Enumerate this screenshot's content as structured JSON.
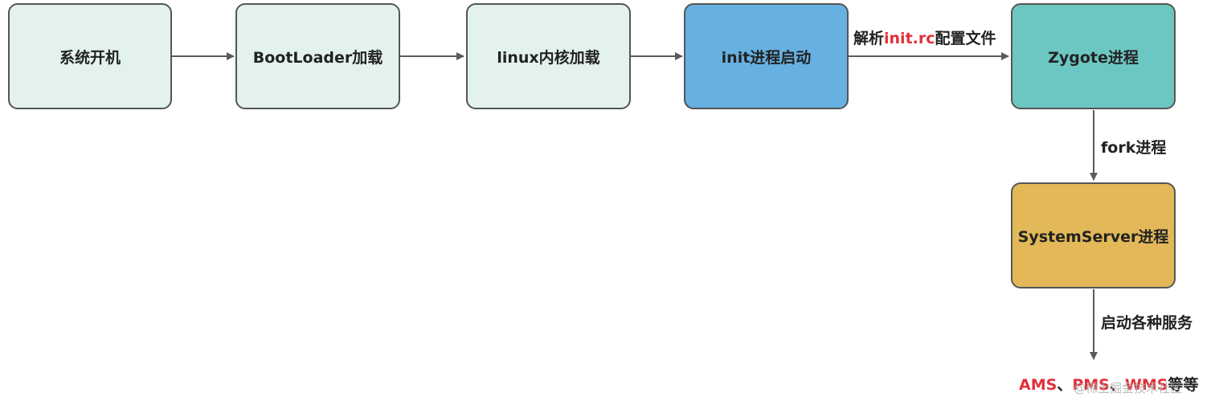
{
  "colors": {
    "light_fill": "#e3f2ef",
    "blue_fill": "#66b0e2",
    "teal_fill": "#6cc7c2",
    "gold_fill": "#e2b858",
    "border": "#555555",
    "arrow": "#5a5a5a",
    "highlight_red": "#e0303a"
  },
  "nodes": {
    "boot": "系统开机",
    "bootloader": "BootLoader加载",
    "kernel": "linux内核加载",
    "init": "init进程启动",
    "zygote": "Zygote进程",
    "systemserver": "SystemServer进程"
  },
  "edges": {
    "init_to_zygote": {
      "prefix": "解析",
      "highlight": "init.rc",
      "suffix": "配置文件"
    },
    "zygote_to_systemserver": "fork进程",
    "systemserver_to_services": "启动各种服务"
  },
  "services": {
    "ams": "AMS",
    "sep1": "、",
    "pms": "PMS",
    "sep2": "、",
    "wms": "WMS",
    "suffix": "等等"
  },
  "watermark": "@稀土掘金技术社区"
}
